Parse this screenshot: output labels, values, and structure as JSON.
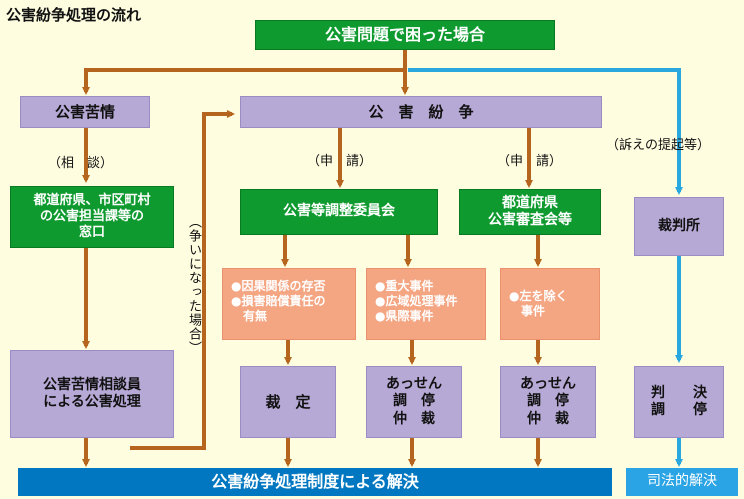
{
  "title": "公害紛争処理の流れ",
  "top": "公害問題で困った場合",
  "complaint": "公害苦情",
  "dispute": "公　害　紛　争",
  "consult_label": "（相　談）",
  "apply_label_1": "（申　請）",
  "apply_label_2": "（申　請）",
  "lawsuit_label": "（訴えの提起等）",
  "dispute_side_label": "（争いになった場合）",
  "local_window": "都道府県、市区町村\nの公害担当課等の\n窓口",
  "committee": "公害等調整委員会",
  "prefecture_council": "都道府県\n公害審査会等",
  "court": "裁判所",
  "case_causal": "●因果関係の存否\n●損害賠償責任の\n　有無",
  "case_serious": "●重大事件\n●広域処理事件\n●県際事件",
  "case_other": "●左を除く\n　事件",
  "counselor": "公害苦情相談員\nによる公害処理",
  "ruling": "裁　定",
  "mediation_1": "あっせん\n調　停\n仲　裁",
  "mediation_2": "あっせん\n調　停\n仲　裁",
  "judgment": "判　　決\n調　　停",
  "resolution": "公害紛争処理制度による解決",
  "judicial": "司法的解決",
  "colors": {
    "green": "#0e9a2e",
    "purple": "#b7a9d6",
    "salmon": "#f4a582",
    "brown_arrow": "#b5651d",
    "blue_arrow": "#29a8e0",
    "blue_bar": "#0077c0"
  }
}
